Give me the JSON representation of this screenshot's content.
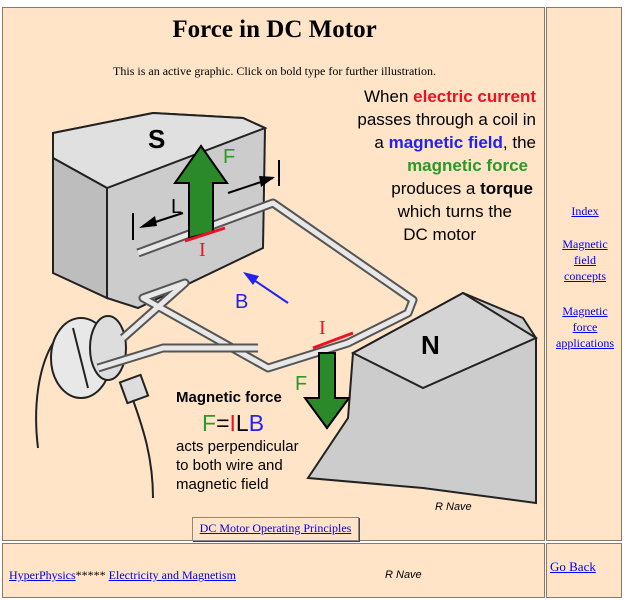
{
  "page": {
    "title": "Force in DC Motor",
    "subtitle": "This is an active graphic. Click on bold type for further illustration."
  },
  "description": {
    "line1_pre": "When ",
    "line1_link": "electric current",
    "line2": "passes through a  coil in",
    "line3_pre": "a ",
    "line3_link": "magnetic field",
    "line3_post": ", the",
    "line4_link": "magnetic force",
    "line5_pre": "produces a ",
    "line5_link": "torque",
    "line6": "which turns the",
    "line7": "DC motor"
  },
  "force_box": {
    "heading": "Magnetic force",
    "eq_F": "F",
    "eq_eq": "=",
    "eq_I": "I",
    "eq_L": "L",
    "eq_B": "B",
    "line1": "acts perpendicular",
    "line2": "to both wire and",
    "line3": "magnetic field"
  },
  "diagram_labels": {
    "S": "S",
    "N": "N",
    "F_top": "F",
    "F_bottom": "F",
    "L": "L",
    "I_top": "I",
    "I_bottom": "I",
    "B": "B",
    "credit": "R Nave"
  },
  "buttons": {
    "dc_principles": "DC Motor Operating Principles"
  },
  "sidebar": {
    "index": "Index",
    "field_concepts": "Magnetic field concepts",
    "force_applications": "Magnetic force applications"
  },
  "footer": {
    "hyperphysics": "HyperPhysics",
    "stars": "*****",
    "em": "Electricity and Magnetism",
    "credit": "R Nave",
    "go_back": "Go Back"
  },
  "colors": {
    "background": "#ffe4c8",
    "magnet": "#cccccc",
    "force_arrow": "#2a8a2a",
    "current": "#ee1122",
    "field": "#2222ee"
  }
}
